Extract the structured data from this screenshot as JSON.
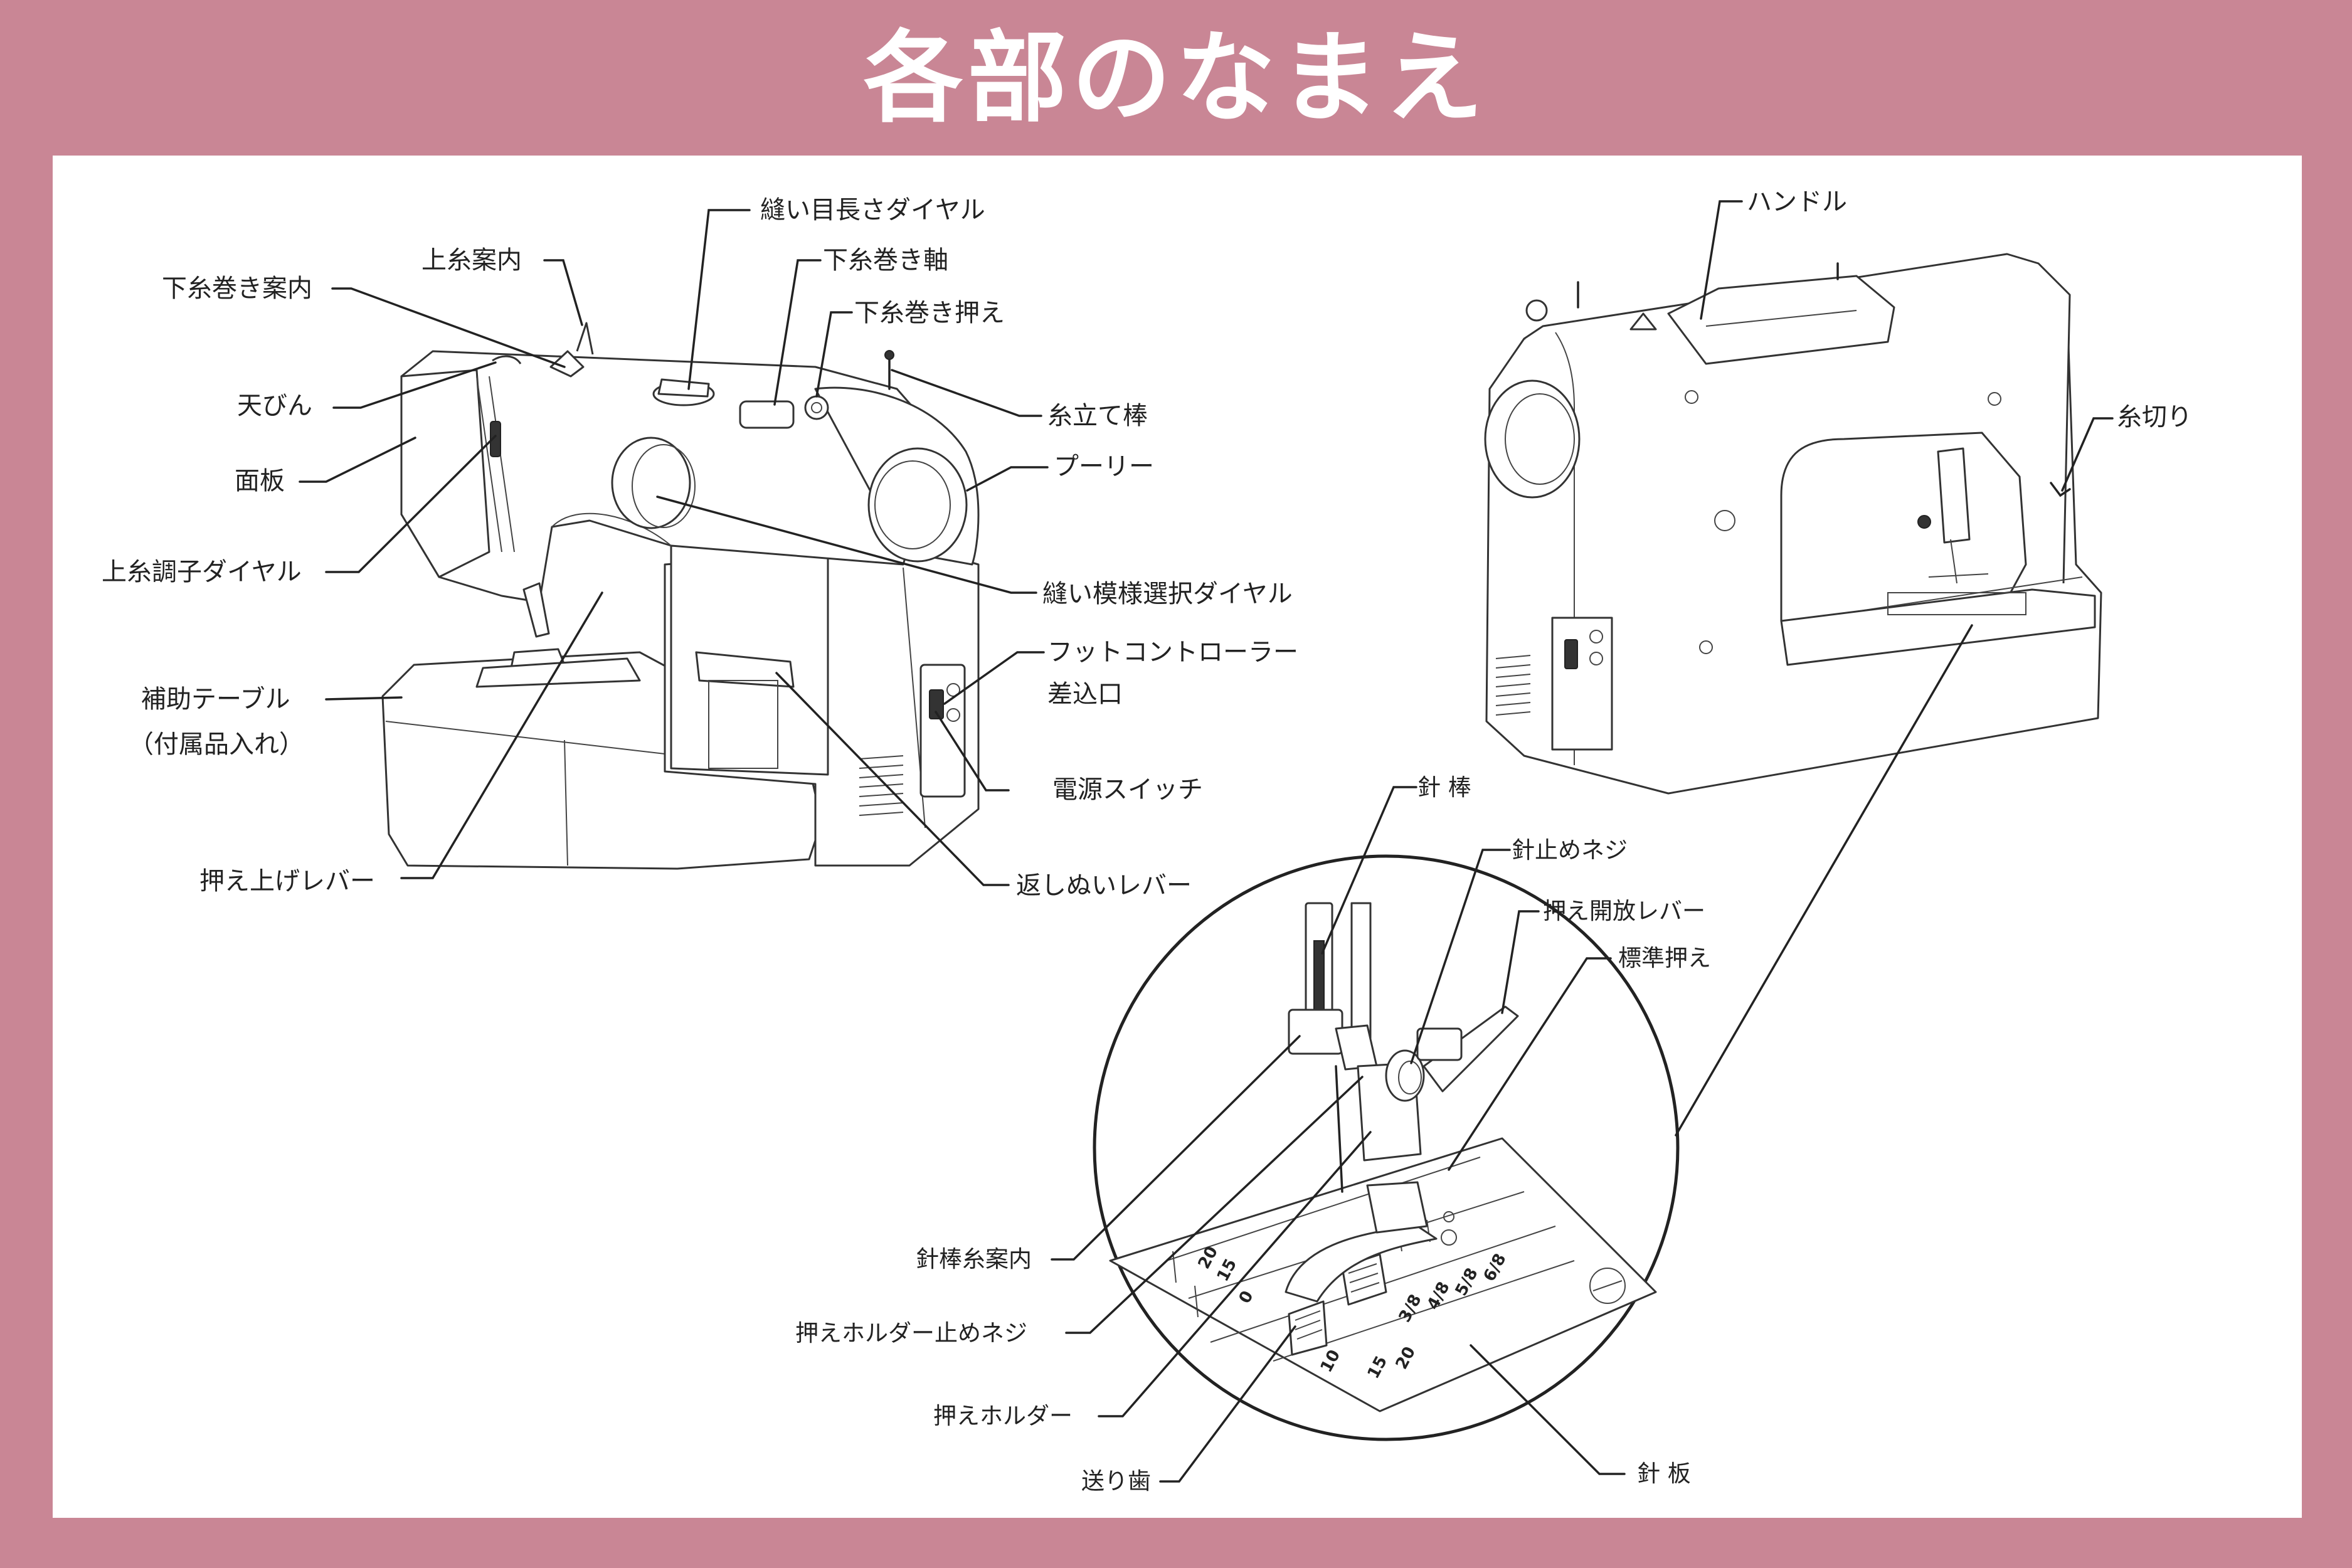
{
  "title": "各部のなまえ",
  "labels": {
    "nuime_nagasa_dial": "縫い目長さダイヤル",
    "shitaito_maki_jiku": "下糸巻き軸",
    "shitaito_maki_osae": "下糸巻き押え",
    "uwaito_annai": "上糸案内",
    "shitaito_maki_annai": "下糸巻き案内",
    "tenbin": "天びん",
    "menita": "面板",
    "uwaito_choushi_dial": "上糸調子ダイヤル",
    "hojo_table": "補助テーブル",
    "hojo_table_sub": "（付属品入れ）",
    "osae_age_lever": "押え上げレバー",
    "itotate_bou": "糸立て棒",
    "pulley": "プーリー",
    "nui_moyou_dial": "縫い模様選択ダイヤル",
    "foot_controller_1": "フットコントローラー",
    "foot_controller_2": "差込口",
    "dengen_switch": "電源スイッチ",
    "kaeshi_nui_lever": "返しぬいレバー",
    "handle": "ハンドル",
    "itokiri": "糸切り",
    "harabou": "針 棒",
    "haridome_neji": "針止めネジ",
    "osae_kaihou_lever": "押え開放レバー",
    "hyoujun_osae": "標準押え",
    "harabou_ito_annai": "針棒糸案内",
    "osae_holder_tome_neji": "押えホルダー止めネジ",
    "osae_holder": "押えホルダー",
    "okuriba": "送り歯",
    "harita": "針 板"
  },
  "plate_scale": {
    "top_row": [
      "20",
      "15",
      "0"
    ],
    "mid_row": [
      "3/8",
      "4/8",
      "5/8",
      "6/8"
    ],
    "bottom_row": [
      "10",
      "15",
      "20"
    ]
  },
  "colors": {
    "frame": "#c98695",
    "panel": "#ffffff",
    "line": "#222222"
  }
}
